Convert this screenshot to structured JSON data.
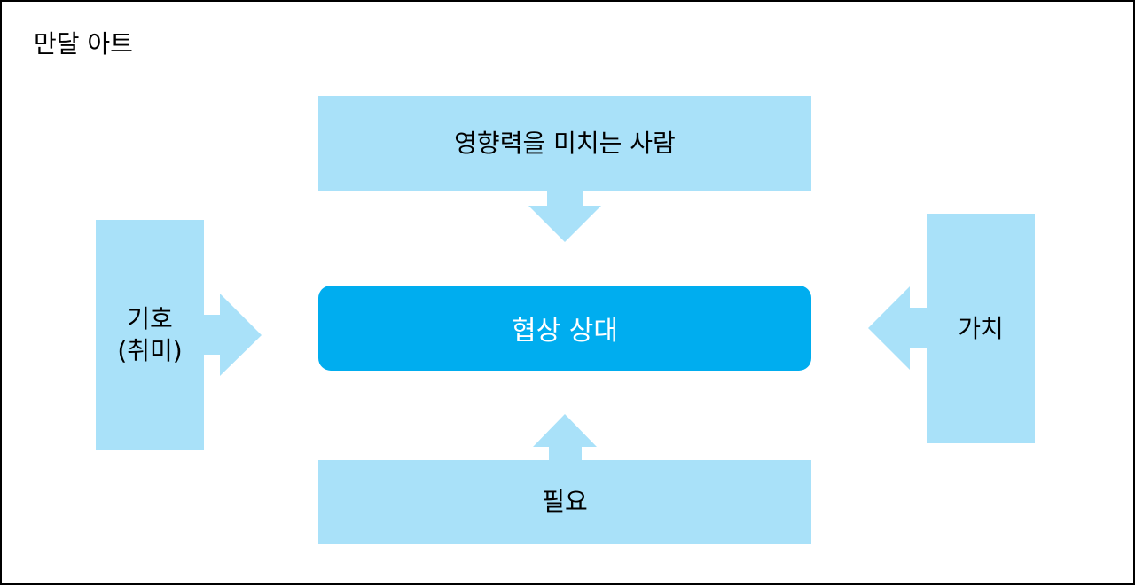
{
  "diagram": {
    "title": "만달 아트",
    "center": {
      "label": "협상 상대"
    },
    "top": {
      "label": "영향력을 미치는 사람"
    },
    "bottom": {
      "label": "필요"
    },
    "left": {
      "label_line1": "기호",
      "label_line2": "(취미)"
    },
    "right": {
      "label": "가치"
    }
  },
  "colors": {
    "light_box": "#a9e1f9",
    "center_box": "#00adef",
    "center_text": "#ffffff",
    "border": "#000000"
  }
}
